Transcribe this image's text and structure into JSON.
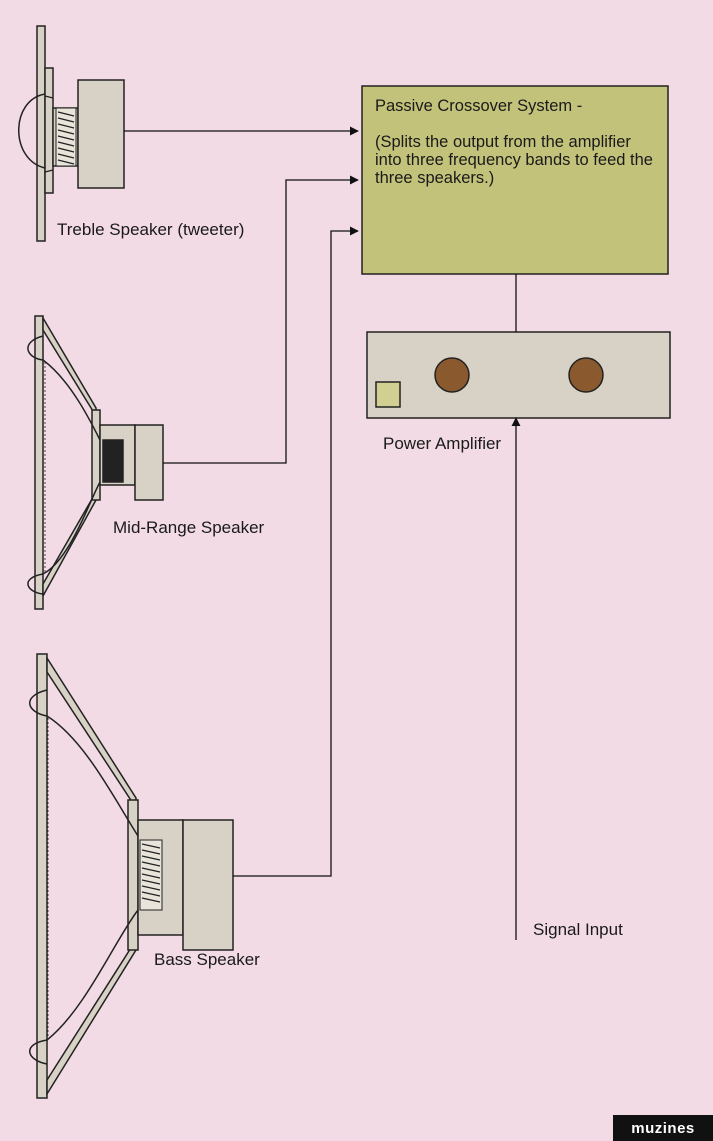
{
  "crossover": {
    "title": "Passive Crossover System -",
    "description": "(Splits the output from the amplifier into three frequency bands to feed the three speakers.)"
  },
  "labels": {
    "treble": "Treble Speaker (tweeter)",
    "mid": "Mid-Range Speaker",
    "bass": "Bass Speaker",
    "amplifier": "Power Amplifier",
    "signal_input": "Signal Input"
  },
  "watermark": "muzines",
  "colors": {
    "background": "#f2dbe4",
    "crossover_box": "#c3c27a",
    "amp_panel": "#d8d2c6",
    "amp_knob": "#8a5a2e",
    "amp_switch": "#d2cf92",
    "speaker_parts": "#d8d2c6",
    "line": "#111111"
  }
}
